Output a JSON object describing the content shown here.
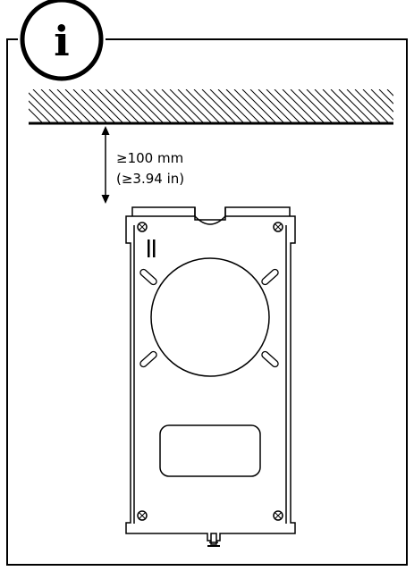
{
  "info_icon": {
    "glyph": "i",
    "icon": "info-icon"
  },
  "clearance": {
    "metric": "≥100 mm",
    "imperial": "(≥3.94 in)"
  }
}
